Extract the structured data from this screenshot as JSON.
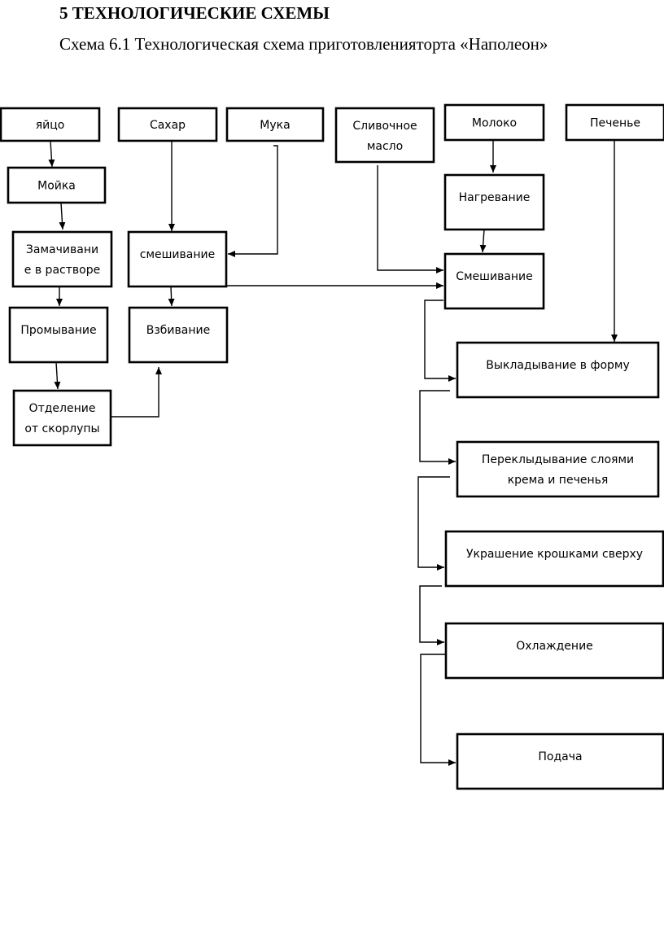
{
  "title": "5 ТЕХНОЛОГИЧЕСКИЕ СХЕМЫ",
  "subtitle": "Схема 6.1 Технологическая схема приготовленияторта «Наполеон»",
  "nodes": {
    "egg": [
      "яйцо"
    ],
    "sugar": [
      "Сахар"
    ],
    "flour": [
      "Мука"
    ],
    "butter": [
      "Сливочное",
      "масло"
    ],
    "milk": [
      "Молоко"
    ],
    "cookies": [
      "Печенье"
    ],
    "washing": [
      "Мойка"
    ],
    "soaking": [
      "Замачивани",
      "е в растворе"
    ],
    "rinsing": [
      "Промывание"
    ],
    "shell_separation": [
      "Отделение",
      "от скорлупы"
    ],
    "mixing_sugar_flour": [
      "смешивание"
    ],
    "whipping": [
      "Взбивание"
    ],
    "heating": [
      "Нагревание"
    ],
    "mixing_cream": [
      "Смешивание"
    ],
    "form_laying": [
      "Выкладывание в форму"
    ],
    "layering": [
      "Переклыдывание слоями",
      "крема и печенья"
    ],
    "crumb_decoration": [
      "Украшение крошками сверху"
    ],
    "cooling": [
      "Охлаждение"
    ],
    "serving": [
      "Подача"
    ]
  },
  "edges": [
    [
      "egg",
      "washing"
    ],
    [
      "washing",
      "soaking"
    ],
    [
      "soaking",
      "rinsing"
    ],
    [
      "rinsing",
      "shell_separation"
    ],
    [
      "shell_separation",
      "whipping"
    ],
    [
      "sugar",
      "mixing_sugar_flour"
    ],
    [
      "flour",
      "mixing_sugar_flour"
    ],
    [
      "mixing_sugar_flour",
      "whipping"
    ],
    [
      "mixing_sugar_flour",
      "mixing_cream"
    ],
    [
      "butter",
      "mixing_cream"
    ],
    [
      "milk",
      "heating"
    ],
    [
      "heating",
      "mixing_cream"
    ],
    [
      "mixing_cream",
      "form_laying"
    ],
    [
      "cookies",
      "form_laying"
    ],
    [
      "form_laying",
      "layering"
    ],
    [
      "layering",
      "crumb_decoration"
    ],
    [
      "crumb_decoration",
      "cooling"
    ],
    [
      "cooling",
      "serving"
    ]
  ]
}
